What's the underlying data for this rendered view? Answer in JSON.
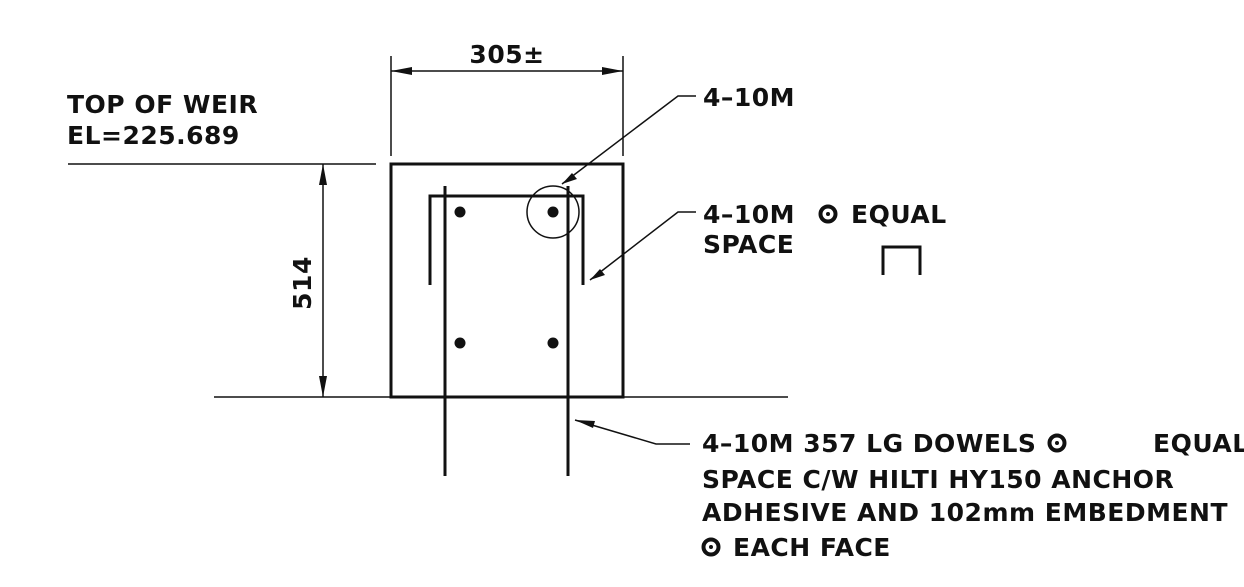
{
  "drawing": {
    "dimensions": {
      "width_label": "305±",
      "height_label": "514"
    },
    "elevation_note": {
      "line1": "TOP OF WEIR",
      "line2": "EL=225.689"
    },
    "callouts": {
      "corner_bars": "4–10M",
      "stirrup_line1": "4–10M",
      "stirrup_at": "EQUAL",
      "stirrup_line2": "SPACE",
      "dowels": [
        "4–10M 357 LG DOWELS",
        "EQUAL",
        "SPACE C/W HILTI HY150 ANCHOR",
        "ADHESIVE AND 102mm EMBEDMENT",
        "EACH FACE"
      ]
    },
    "symbols": {
      "at_symbol": "circled-dot-icon",
      "stirrup_shape": "stirrup-shape-icon"
    }
  }
}
